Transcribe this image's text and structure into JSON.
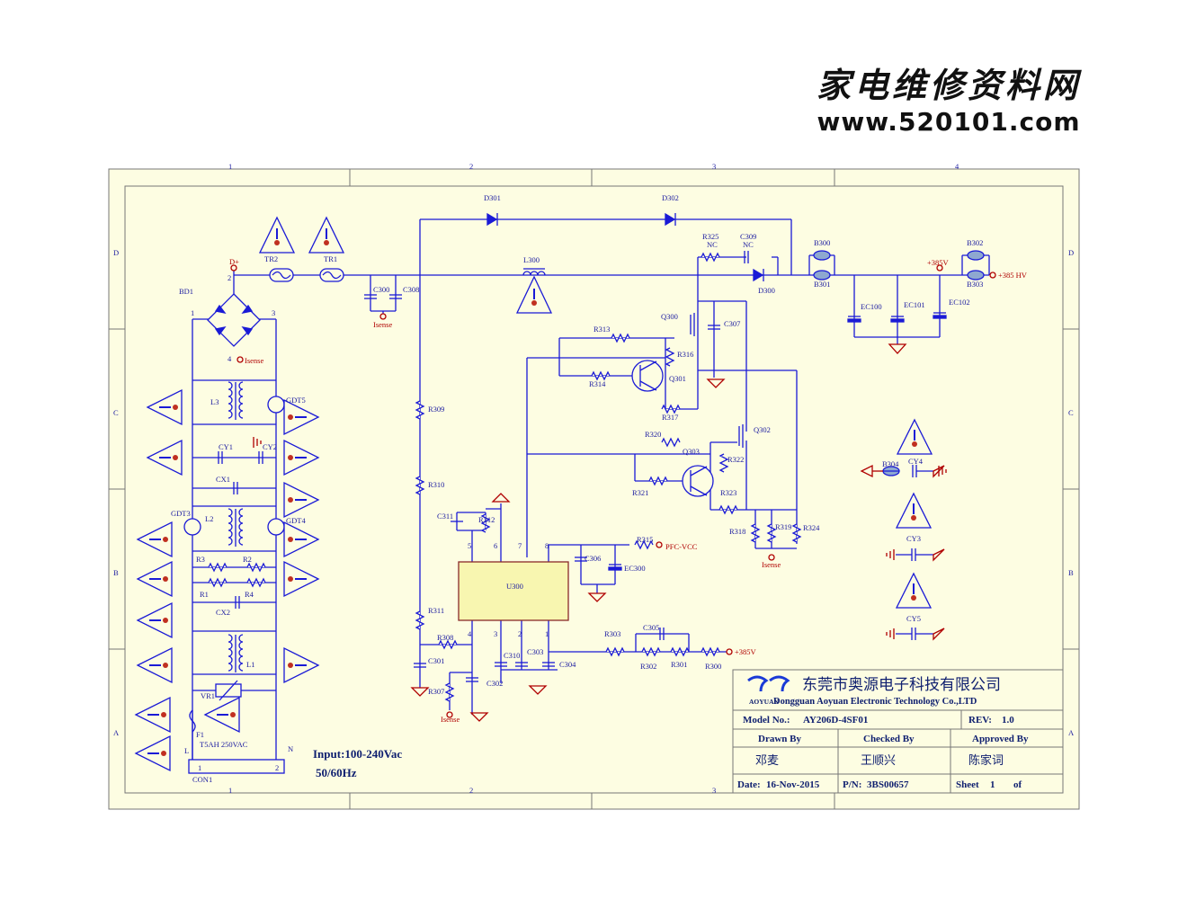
{
  "watermark": {
    "title_cn": "家电维修资料网",
    "url": "www.520101.com"
  },
  "frame": {
    "col_labels": [
      "1",
      "2",
      "3",
      "4"
    ],
    "row_labels": [
      "D",
      "C",
      "B",
      "A"
    ]
  },
  "input_spec": {
    "line1": "Input:100-240Vac",
    "line2": "50/60Hz"
  },
  "title_block": {
    "company_cn": "东莞市奥源电子科技有限公司",
    "company_en": "Dongguan Aoyuan Electronic Technology Co.,LTD",
    "logo_text": "AOYUAN",
    "model_label": "Model No.:",
    "model_value": "AY206D-4SF01",
    "rev_label": "REV:",
    "rev_value": "1.0",
    "drawn_label": "Drawn By",
    "checked_label": "Checked By",
    "approved_label": "Approved By",
    "drawn_value": "邓麦",
    "checked_value": "王顺兴",
    "approved_value": "陈家词",
    "date_label": "Date:",
    "date_value": "16-Nov-2015",
    "pn_label": "P/N:",
    "pn_value": "3BS00657",
    "sheet_label": "Sheet",
    "sheet_value": "1",
    "of_label": "of"
  },
  "components": [
    {
      "id": "d301",
      "text": "D301"
    },
    {
      "id": "d302",
      "text": "D302"
    },
    {
      "id": "dplus",
      "text": "D+"
    },
    {
      "id": "tr2",
      "text": "TR2"
    },
    {
      "id": "tr1",
      "text": "TR1"
    },
    {
      "id": "bd1",
      "text": "BD1"
    },
    {
      "id": "c300",
      "text": "C300"
    },
    {
      "id": "c308",
      "text": "C308"
    },
    {
      "id": "isense1",
      "text": "Isense"
    },
    {
      "id": "isense2",
      "text": "Isense"
    },
    {
      "id": "isense3",
      "text": "Isense"
    },
    {
      "id": "isense4",
      "text": "Isense"
    },
    {
      "id": "l300",
      "text": "L300"
    },
    {
      "id": "r325",
      "text": "R325"
    },
    {
      "id": "nc1",
      "text": "NC"
    },
    {
      "id": "c309",
      "text": "C309"
    },
    {
      "id": "nc2",
      "text": "NC"
    },
    {
      "id": "d300",
      "text": "D300"
    },
    {
      "id": "b300",
      "text": "B300"
    },
    {
      "id": "b301",
      "text": "B301"
    },
    {
      "id": "plus385",
      "text": "+385V"
    },
    {
      "id": "b302",
      "text": "B302"
    },
    {
      "id": "b303",
      "text": "B303"
    },
    {
      "id": "hv385",
      "text": "+385 HV"
    },
    {
      "id": "ec100",
      "text": "EC100"
    },
    {
      "id": "ec101",
      "text": "EC101"
    },
    {
      "id": "ec102",
      "text": "EC102"
    },
    {
      "id": "q300",
      "text": "Q300"
    },
    {
      "id": "c307",
      "text": "C307"
    },
    {
      "id": "r313",
      "text": "R313"
    },
    {
      "id": "r316",
      "text": "R316"
    },
    {
      "id": "r314",
      "text": "R314"
    },
    {
      "id": "q301",
      "text": "Q301"
    },
    {
      "id": "r317",
      "text": "R317"
    },
    {
      "id": "r309",
      "text": "R309"
    },
    {
      "id": "q302",
      "text": "Q302"
    },
    {
      "id": "r320",
      "text": "R320"
    },
    {
      "id": "q303",
      "text": "Q303"
    },
    {
      "id": "r322",
      "text": "R322"
    },
    {
      "id": "r321",
      "text": "R321"
    },
    {
      "id": "r323",
      "text": "R323"
    },
    {
      "id": "r310",
      "text": "R310"
    },
    {
      "id": "c311",
      "text": "C311"
    },
    {
      "id": "r312",
      "text": "R312"
    },
    {
      "id": "r318",
      "text": "R318"
    },
    {
      "id": "r319",
      "text": "R319"
    },
    {
      "id": "r324",
      "text": "R324"
    },
    {
      "id": "r315",
      "text": "R315"
    },
    {
      "id": "pfcvcc",
      "text": "PFC-VCC"
    },
    {
      "id": "c306",
      "text": "C306"
    },
    {
      "id": "ec300",
      "text": "EC300"
    },
    {
      "id": "u300",
      "text": "U300"
    },
    {
      "id": "r311",
      "text": "R311"
    },
    {
      "id": "r308",
      "text": "R308"
    },
    {
      "id": "c310",
      "text": "C310"
    },
    {
      "id": "c303",
      "text": "C303"
    },
    {
      "id": "c304",
      "text": "C304"
    },
    {
      "id": "c301",
      "text": "C301"
    },
    {
      "id": "c302",
      "text": "C302"
    },
    {
      "id": "r307",
      "text": "R307"
    },
    {
      "id": "r303",
      "text": "R303"
    },
    {
      "id": "c305",
      "text": "C305"
    },
    {
      "id": "r302",
      "text": "R302"
    },
    {
      "id": "r301",
      "text": "R301"
    },
    {
      "id": "r300",
      "text": "R300"
    },
    {
      "id": "plus385b",
      "text": "+385V"
    },
    {
      "id": "l3",
      "text": "L3"
    },
    {
      "id": "gdt5",
      "text": "GDT5"
    },
    {
      "id": "cy1",
      "text": "CY1"
    },
    {
      "id": "cy2",
      "text": "CY2"
    },
    {
      "id": "cx1",
      "text": "CX1"
    },
    {
      "id": "gdt3",
      "text": "GDT3"
    },
    {
      "id": "l2",
      "text": "L2"
    },
    {
      "id": "gdt4",
      "text": "GDT4"
    },
    {
      "id": "r3",
      "text": "R3"
    },
    {
      "id": "r2",
      "text": "R2"
    },
    {
      "id": "r1",
      "text": "R1"
    },
    {
      "id": "r4",
      "text": "R4"
    },
    {
      "id": "cx2",
      "text": "CX2"
    },
    {
      "id": "l1",
      "text": "L1"
    },
    {
      "id": "vr1",
      "text": "VR1"
    },
    {
      "id": "f1",
      "text": "F1"
    },
    {
      "id": "fuse",
      "text": "T5AH 250VAC"
    },
    {
      "id": "con1",
      "text": "CON1"
    },
    {
      "id": "b304",
      "text": "B304"
    },
    {
      "id": "cy4",
      "text": "CY4"
    },
    {
      "id": "cy3",
      "text": "CY3"
    },
    {
      "id": "cy5",
      "text": "CY5"
    },
    {
      "id": "p5",
      "text": "5"
    },
    {
      "id": "p6",
      "text": "6"
    },
    {
      "id": "p7",
      "text": "7"
    },
    {
      "id": "p8",
      "text": "8"
    },
    {
      "id": "p4",
      "text": "4"
    },
    {
      "id": "p3",
      "text": "3"
    },
    {
      "id": "p2",
      "text": "2"
    },
    {
      "id": "p1",
      "text": "1"
    },
    {
      "id": "bd_p1",
      "text": "1"
    },
    {
      "id": "bd_p2",
      "text": "2"
    },
    {
      "id": "bd_p3",
      "text": "3"
    },
    {
      "id": "bd_p4",
      "text": "4"
    },
    {
      "id": "con_l",
      "text": "L"
    },
    {
      "id": "con_n",
      "text": "N"
    },
    {
      "id": "con_1",
      "text": "1"
    },
    {
      "id": "con_2",
      "text": "2"
    }
  ],
  "colors": {
    "wire": "#1a1ad6",
    "frame_bg": "#fdfde2",
    "net": "#b00000",
    "warning": "#1a1ad6",
    "ic_fill": "#f8f6b0"
  }
}
